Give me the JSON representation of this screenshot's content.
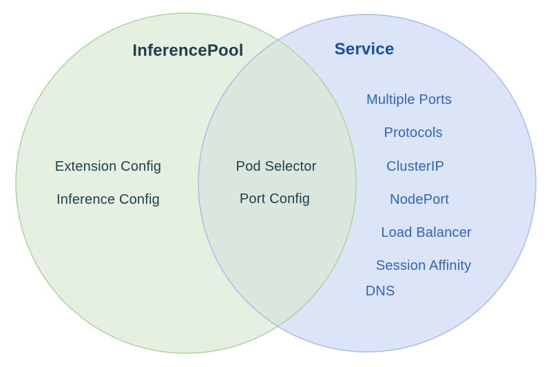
{
  "venn": {
    "left": {
      "title": "InferencePool",
      "items": [
        "Extension Config",
        "Inference Config"
      ]
    },
    "overlap": {
      "items": [
        "Pod Selector",
        "Port Config"
      ]
    },
    "right": {
      "title": "Service",
      "items": [
        "Multiple Ports",
        "Protocols",
        "ClusterIP",
        "NodePort",
        "Load Balancer",
        "Session Affinity",
        "DNS"
      ]
    },
    "colors": {
      "background": "#ffffff",
      "left_circle_fill": "#e6f0e0",
      "left_circle_stroke": "#abd39e",
      "right_circle_fill": "#dbe5f7",
      "right_circle_stroke": "#a3bdec",
      "overlap_fill": "#dbe7dc",
      "left_text": "#1d414c",
      "right_title_text": "#174ea6",
      "right_item_text": "#2f63c4"
    }
  }
}
